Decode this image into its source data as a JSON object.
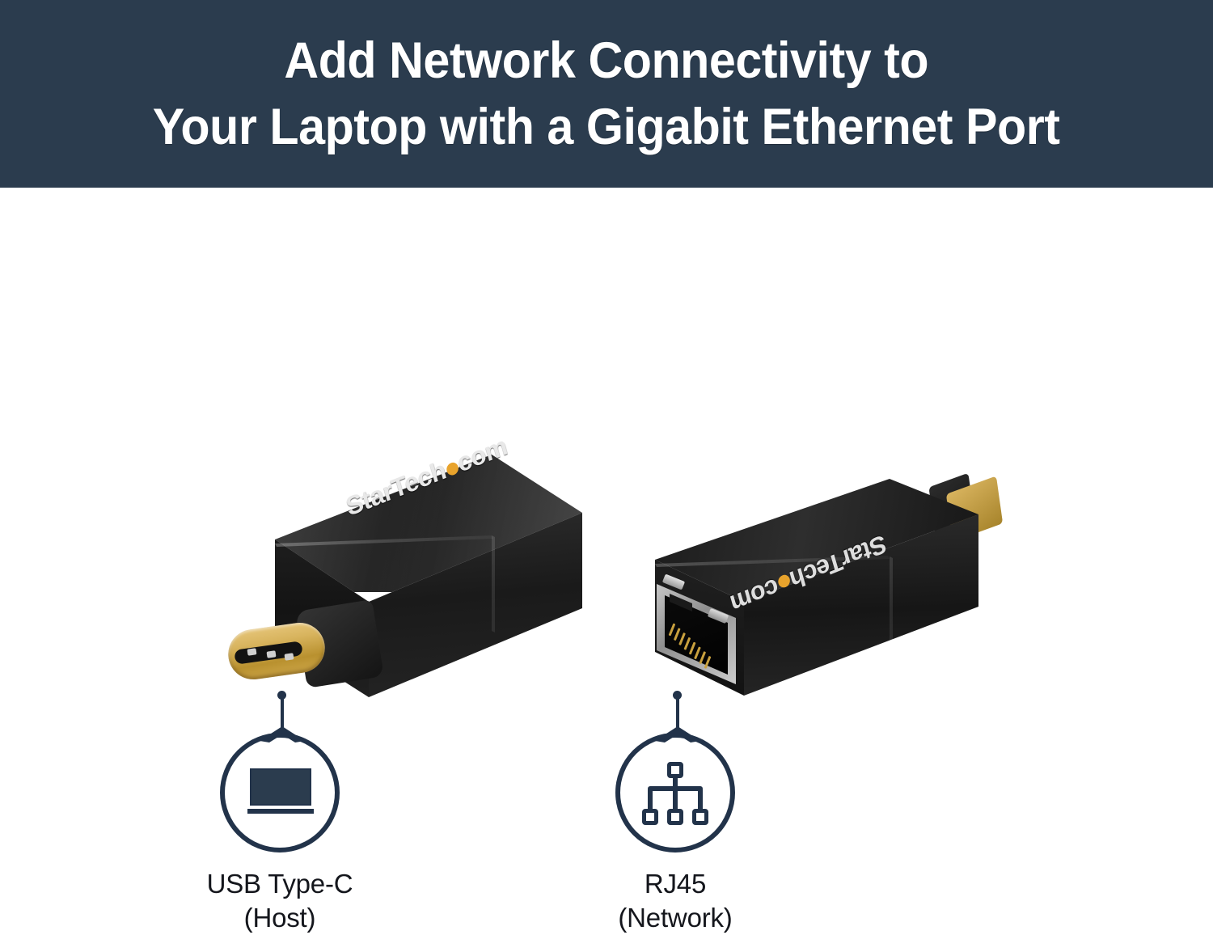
{
  "header": {
    "title_line1": "Add Network Connectivity to",
    "title_line2": "Your Laptop with a Gigabit Ethernet Port",
    "background_color": "#2b3c4e",
    "text_color": "#ffffff"
  },
  "product": {
    "brand_name": "StarTech",
    "brand_suffix": "com",
    "brand_dot_color": "#e8a32c",
    "body_color": "#1c1c1c",
    "connector_gold": "#c9a349",
    "shield_silver": "#c0c0c0",
    "adapters": [
      {
        "name": "usb-c-adapter",
        "facing": "usb-c-connector"
      },
      {
        "name": "rj45-adapter",
        "facing": "rj45-port"
      }
    ]
  },
  "callouts": [
    {
      "icon": "laptop-icon",
      "caption_line1": "USB Type-C",
      "caption_line2": "(Host)",
      "accent_color": "#22334a"
    },
    {
      "icon": "network-tree-icon",
      "caption_line1": "RJ45",
      "caption_line2": "(Network)",
      "accent_color": "#22334a"
    }
  ]
}
